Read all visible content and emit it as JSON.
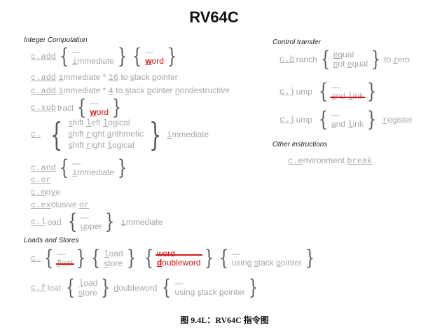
{
  "title": "RV64C",
  "caption": "图 9.4L：RV64C 指令图",
  "colors": {
    "text_gray": "#a8a8a8",
    "highlight_red": "#d01818",
    "heading": "#111111"
  },
  "sections": {
    "integer": "Integer Computation",
    "loads": "Loads and Stores",
    "control": "Control transfer",
    "other": "Other instructions"
  },
  "integer": {
    "add": {
      "prefix": "c.add",
      "opt1": [
        "—",
        "immediate"
      ],
      "opt2": [
        "—",
        "word"
      ]
    },
    "add16": {
      "prefix": "c.add",
      "p1": "immediate * ",
      "num": "16",
      "p2": " to ",
      "s": "stack",
      "p": "pointer"
    },
    "add4": {
      "prefix": "c.add",
      "p1": "immediate * ",
      "num": "4",
      "p2": " to ",
      "s": "stack",
      "p": "pointer",
      "n": "nondestructive"
    },
    "sub": {
      "prefix": "c.sub",
      "rest": "tract",
      "opt": [
        "—",
        "word"
      ]
    },
    "shift": {
      "prefix": "c.",
      "opts": [
        "shift left logical",
        "shift right arithmetic",
        "shift right logical"
      ],
      "suffix": "immediate"
    },
    "and": {
      "prefix": "c.and",
      "opt": [
        "—",
        "immediate"
      ]
    },
    "or": {
      "prefix": "c.or"
    },
    "move": {
      "prefix": "c.m",
      "o": "o",
      "v": "v",
      "e": "e"
    },
    "xor": {
      "prefix": "c.e",
      "x": "x",
      "rest": "clusive",
      "or": "or"
    },
    "load": {
      "prefix": "c.l",
      "rest": "oad",
      "opt": [
        "—",
        "upper"
      ],
      "suffix": "immediate"
    }
  },
  "loads": {
    "row1": {
      "prefix": "c.",
      "opt1": [
        "—",
        "float"
      ],
      "opt2": [
        "load",
        "store"
      ],
      "opt3": [
        "word",
        "doubleword"
      ],
      "opt4": [
        "—",
        "using stack pointer"
      ]
    },
    "row2": {
      "prefix": "c.f",
      "rest": "loat",
      "opt1": [
        "load",
        "store"
      ],
      "mid": "doubleword",
      "opt2": [
        "—",
        "using stack pointer"
      ]
    }
  },
  "control": {
    "branch": {
      "prefix": "c.b",
      "rest": "ranch",
      "opt": [
        "equal",
        "not equal"
      ],
      "suffix": "to zero"
    },
    "jump1": {
      "prefix": "c.j",
      "rest": "ump",
      "opt": [
        "—",
        "and link"
      ]
    },
    "jump2": {
      "prefix": "c.j",
      "rest": "ump",
      "opt": [
        "—",
        "and link"
      ],
      "suffix": "register"
    }
  },
  "other": {
    "ebreak": {
      "prefix": "c.e",
      "rest": "nvironment",
      "break": "break"
    }
  }
}
